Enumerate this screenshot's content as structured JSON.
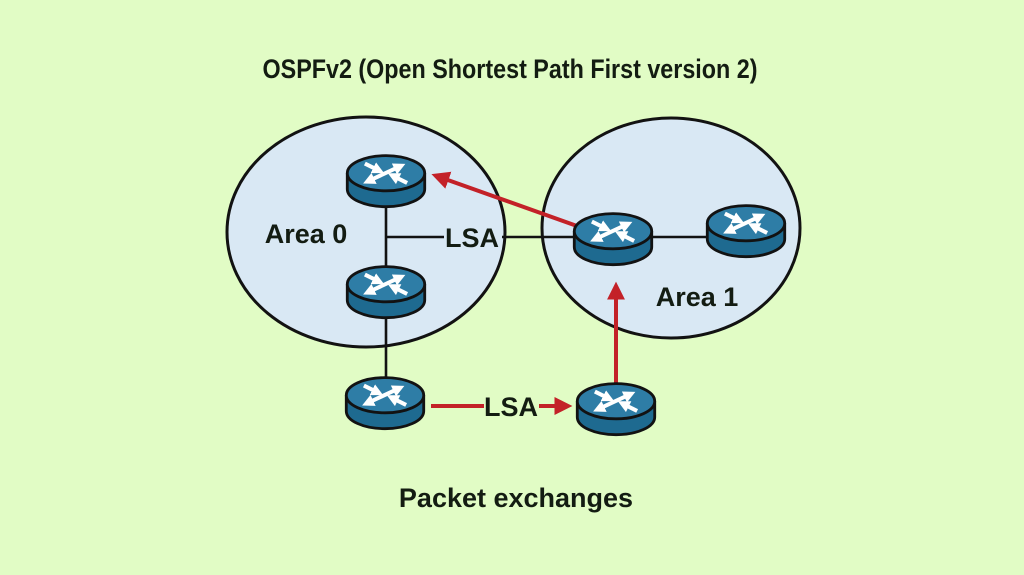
{
  "title": "OSPFv2 (Open Shortest Path First version 2)",
  "caption": "Packet exchanges",
  "areas": [
    {
      "label": "Area 0",
      "router_count": 2
    },
    {
      "label": "Area 1",
      "router_count": 2
    }
  ],
  "external_router_count": 2,
  "lsa_labels": {
    "between_areas": "LSA",
    "bottom": "LSA"
  },
  "icons": {
    "router": "router-icon",
    "lsa_arrow": "red-arrow-icon"
  },
  "colors": {
    "background": "#e1fcc5",
    "area-fill": "#d9e8f4",
    "router-top": "#2e7da6",
    "router-body": "#1e6a90",
    "arrow-red": "#c32128",
    "line-black": "#121212",
    "text-dark": "#131c12"
  }
}
